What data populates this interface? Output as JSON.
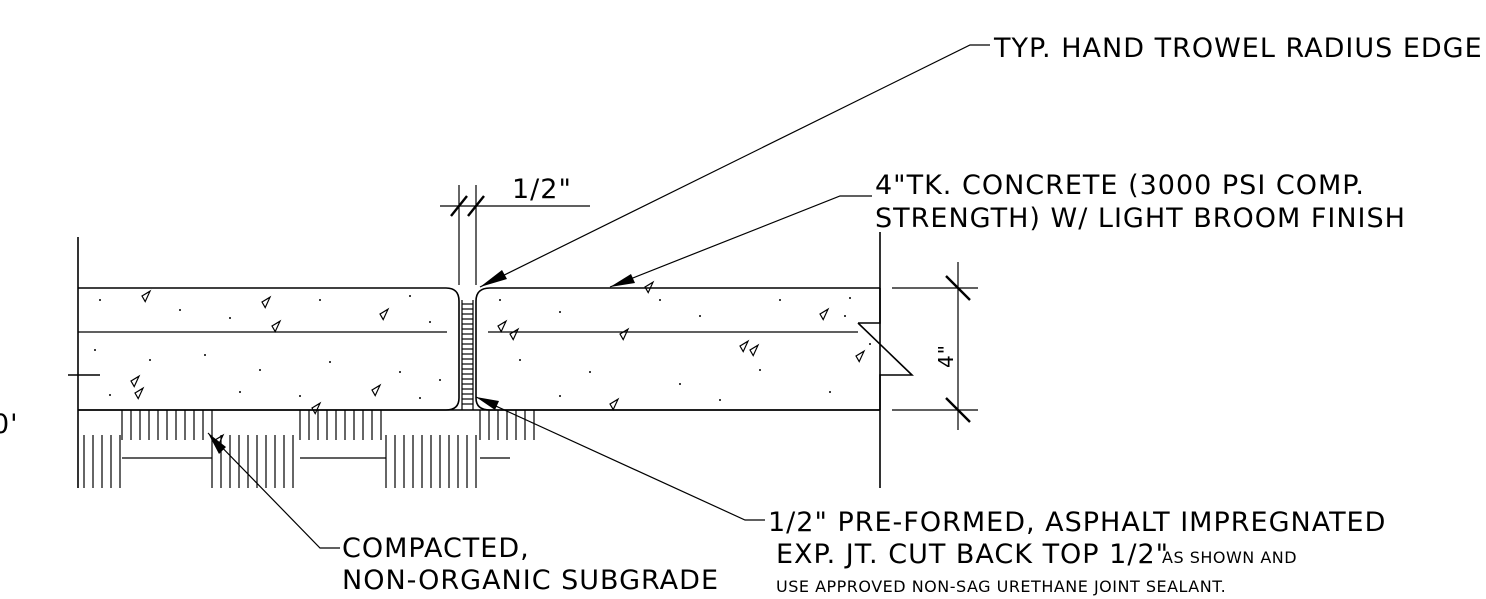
{
  "labels": {
    "typ_edge": "TYP. HAND TROWEL RADIUS EDGE",
    "concrete_line1": "4\"TK. CONCRETE (3000 PSI COMP.",
    "concrete_line2": "STRENGTH) W/ LIGHT BROOM FINISH",
    "joint_width": "1/2\"",
    "thickness": "4\"",
    "subgrade_line1": "COMPACTED,",
    "subgrade_line2": "NON-ORGANIC SUBGRADE",
    "joint_line1": "1/2\" PRE-FORMED, ASPHALT  IMPREGNATED",
    "joint_line2_main": "EXP. JT. CUT BACK TOP 1/2\"",
    "joint_line2_small": "AS SHOWN AND",
    "joint_line3": "USE APPROVED NON-SAG URETHANE JOINT SEALANT.",
    "edge_fragment": "0'"
  }
}
